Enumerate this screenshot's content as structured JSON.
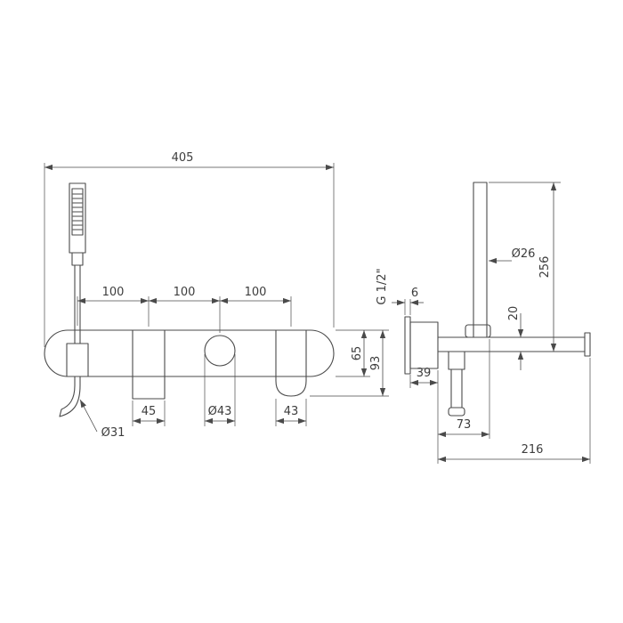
{
  "front_view": {
    "dim_overall_width": "405",
    "dim_pitch_1": "100",
    "dim_pitch_2": "100",
    "dim_pitch_3": "100",
    "dim_handle_width": "45",
    "dim_rosette_diameter": "Ø43",
    "dim_diverter_width": "43",
    "dim_body_height": "65",
    "dim_total_height": "93",
    "dim_handshower_diameter": "Ø31"
  },
  "side_view": {
    "dim_handshower_diameter": "Ø26",
    "dim_height": "256",
    "dim_connection_thread": "G 1/2\"",
    "dim_plate_thickness": "6",
    "dim_spout_height": "20",
    "dim_wall_clearance": "39",
    "dim_holder_depth": "73",
    "dim_total_projection": "216"
  }
}
